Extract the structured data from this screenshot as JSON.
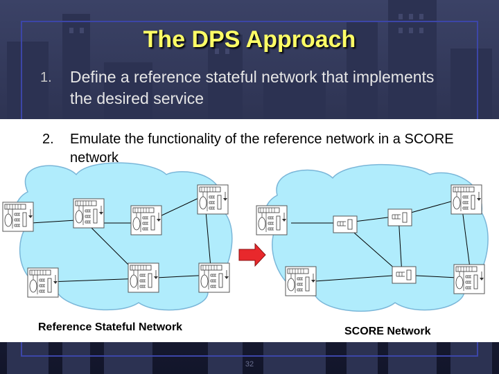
{
  "slide": {
    "title": "The DPS Approach",
    "steps": [
      {
        "number": "1.",
        "text": "Define a reference stateful network that implements the desired service"
      },
      {
        "number": "2.",
        "text": "Emulate the functionality of the reference network in a SCORE network"
      }
    ],
    "page_number": "32"
  },
  "diagram": {
    "left_caption": "Reference Stateful Network",
    "right_caption": "SCORE Network",
    "colors": {
      "cloud": "#b0ecfc",
      "cloud_edge": "#7ab6d8",
      "arrow": "#e8282c",
      "background_panel": "#ffffff",
      "title": "#ffff66"
    }
  }
}
